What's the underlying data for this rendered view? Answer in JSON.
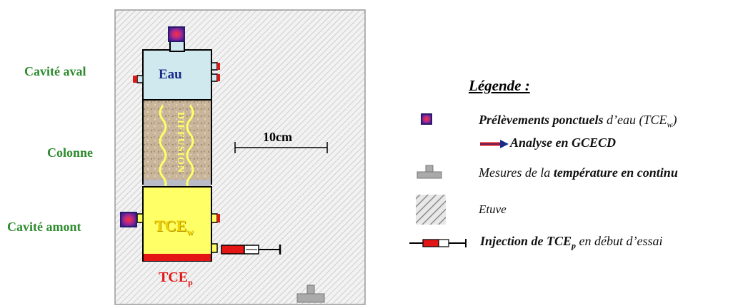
{
  "labels": {
    "cavite_aval": "Cavité aval",
    "colonne": "Colonne",
    "cavite_amont": "Cavité amont"
  },
  "apparatus": {
    "eau": "Eau",
    "diffusion": "DIFFUSION",
    "tce_w": "TCE",
    "tce_w_sub": "w",
    "tce_p": "TCE",
    "tce_p_sub": "p"
  },
  "scale_bar": {
    "label": "10cm"
  },
  "legend": {
    "title": "Légende :",
    "items": {
      "sampling_bold": "Prélèvements ponctuels",
      "sampling_rest": " d’eau (TCE",
      "sampling_sub": "w",
      "sampling_end": ")",
      "analysis": "Analyse en GCECD",
      "temp_pre": "Mesures de la ",
      "temp_bold": "température en continu",
      "oven": "Etuve",
      "inject_bold": "Injection de TCE",
      "inject_sub": "p",
      "inject_rest": " en début d’essai"
    }
  },
  "colors": {
    "green": "#2e8b2e",
    "water": "#cfe9ef",
    "soil": "#c9b69a",
    "tce": "#ffff66",
    "red": "#e31515",
    "purple": "#7a2a9a",
    "navy": "#1a2a8a"
  }
}
